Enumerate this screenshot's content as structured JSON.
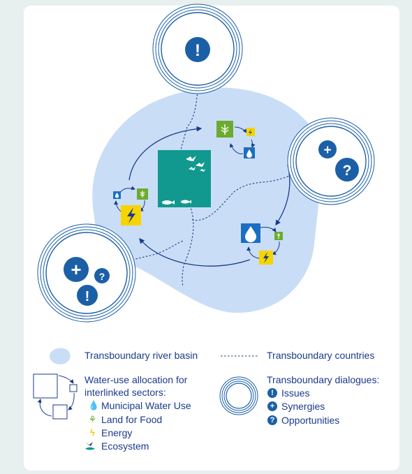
{
  "colors": {
    "basin": "#c9def6",
    "navy": "#1b3a8c",
    "blue": "#1b6fc2",
    "ecosystem": "#12998f",
    "food": "#6bab2f",
    "energy": "#f6d400",
    "water_drop": "#29a3e0"
  },
  "icons": {
    "issue": "exclamation",
    "synergy": "plus",
    "opportunity": "question",
    "municipal": "water-drop",
    "food": "wheat",
    "energy": "lightning-bolt",
    "ecosystem": "birds-and-fish"
  },
  "legend": {
    "basin_label": "Transboundary river basin",
    "countries_label": "Transboundary countries",
    "allocation_title_line1": "Water-use allocation for",
    "allocation_title_line2": "interlinked sectors:",
    "sectors": {
      "municipal": "Municipal Water Use",
      "food": "Land for Food",
      "energy": "Energy",
      "ecosystem": "Ecosystem"
    },
    "dialogues_title": "Transboundary dialogues:",
    "dialogues": {
      "issues": "Issues",
      "synergies": "Synergies",
      "opportunities": "Opportunities"
    }
  },
  "symbols": {
    "issue": "!",
    "synergy": "+",
    "opportunity": "?"
  }
}
